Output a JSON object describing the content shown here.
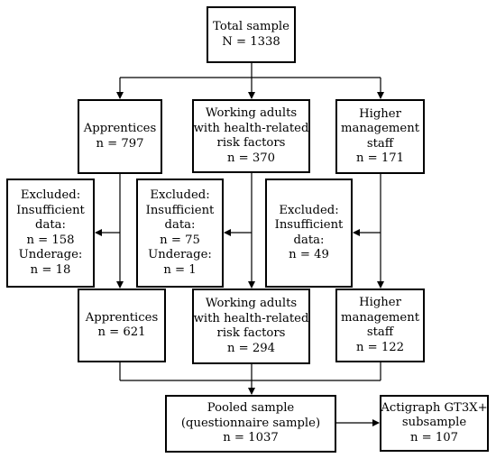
{
  "boxes": {
    "total": [
      "Total sample",
      "N = 1338"
    ],
    "apprentices_initial": [
      "Apprentices",
      "n = 797"
    ],
    "working_initial": [
      "Working adults",
      "with health-related",
      "risk factors",
      "n = 370"
    ],
    "higher_initial": [
      "Higher",
      "management",
      "staff",
      "n = 171"
    ],
    "excluded_apprentices": [
      "Excluded:",
      "Insufficient",
      "data:",
      "n = 158",
      "Underage:",
      "n = 18"
    ],
    "excluded_working": [
      "Excluded:",
      "Insufficient",
      "data:",
      "n = 75",
      "Underage:",
      "n = 1"
    ],
    "excluded_higher": [
      "Excluded:",
      "Insufficient",
      "data:",
      "n = 49"
    ],
    "apprentices_final": [
      "Apprentices",
      "n = 621"
    ],
    "working_final": [
      "Working adults",
      "with health-related",
      "risk factors",
      "n = 294"
    ],
    "higher_final": [
      "Higher",
      "management",
      "staff",
      "n = 122"
    ],
    "pooled": [
      "Pooled sample",
      "(questionnaire sample)",
      "n = 1037"
    ],
    "actigraph": [
      "Actigraph GT3X+",
      "subsample",
      "n = 107"
    ]
  }
}
